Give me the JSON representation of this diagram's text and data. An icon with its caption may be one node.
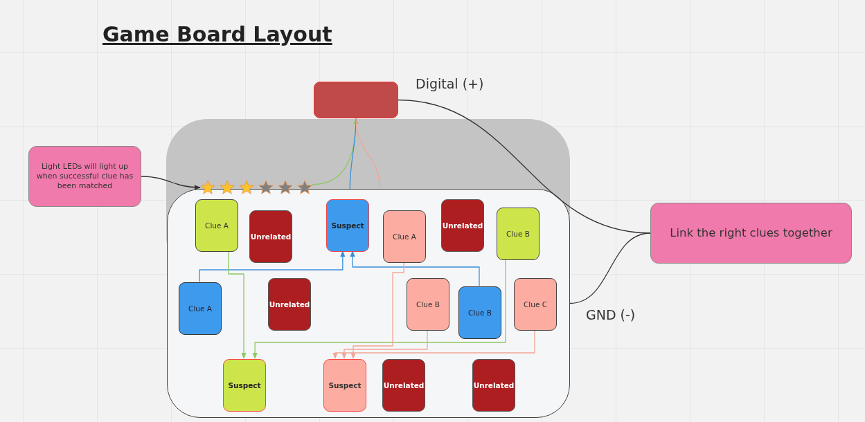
{
  "diagram": {
    "title": "Game Board Layout",
    "nodes": [
      {
        "text": [],
        "shape": "box"
      },
      {
        "text": [
          "Light LEDs will light up when successful clue has been matched"
        ]
      },
      {
        "text": [],
        "shape": "box"
      },
      {
        "text": [],
        "shape": "star"
      },
      {
        "text": [],
        "shape": "star"
      },
      {
        "text": [],
        "shape": "star"
      },
      {
        "text": [],
        "shape": "star"
      },
      {
        "text": [],
        "shape": "star"
      },
      {
        "text": [],
        "shape": "star"
      },
      {
        "text": [
          "Link the right clues together"
        ]
      },
      {
        "text": [
          "Clue A"
        ],
        "in": 2
      },
      {
        "text": [
          "Suspect"
        ],
        "in": 2
      },
      {
        "text": [
          "Unrelated"
        ],
        "in": 2
      },
      {
        "text": [
          "Clue B"
        ],
        "in": 2
      },
      {
        "text": [
          "Clue A"
        ],
        "in": 2
      },
      {
        "text": [
          "Unrelated"
        ],
        "in": 2
      },
      {
        "text": [
          "Clue C"
        ],
        "in": 2
      },
      {
        "text": [
          "Clue B"
        ],
        "in": 2
      },
      {
        "text": [
          "Clue A"
        ],
        "in": 2
      },
      {
        "text": [
          "Clue B"
        ],
        "in": 2
      },
      {
        "text": [
          "Unrelated"
        ],
        "in": 2
      },
      {
        "text": [
          "Unrelated"
        ],
        "in": 2
      },
      {
        "text": [
          "Suspect"
        ],
        "in": 2
      },
      {
        "text": [
          "Suspect"
        ],
        "in": 2
      },
      {
        "text": [
          "Unrelated"
        ],
        "in": 2
      }
    ],
    "edges": [
      {
        "from": 1,
        "to": 3,
        "arrow": "to",
        "color": "#333333"
      },
      {
        "from": 8,
        "to": 0,
        "arrow": "to",
        "color": "#8cc863"
      },
      {
        "from": 2,
        "to": 0,
        "arrow": "none",
        "color": "#3b8fd9"
      },
      {
        "from": 2,
        "to": 0,
        "arrow": "none",
        "color": "#f2a595"
      },
      {
        "from": 0,
        "to": 9,
        "arrow": "none",
        "color": "#333333"
      },
      {
        "from": 2,
        "to": 9,
        "arrow": "none",
        "color": "#333333"
      },
      {
        "from": 18,
        "to": 11,
        "arrow": "to",
        "color": "#3b8fd9"
      },
      {
        "from": 19,
        "to": 11,
        "arrow": "to",
        "color": "#3b8fd9"
      },
      {
        "from": 10,
        "to": 22,
        "arrow": "to",
        "color": "#8cc863"
      },
      {
        "from": 13,
        "to": 22,
        "arrow": "to",
        "color": "#8cc863"
      },
      {
        "from": 14,
        "to": 23,
        "arrow": "to",
        "color": "#f2a595"
      },
      {
        "from": 17,
        "to": 23,
        "arrow": "to",
        "color": "#f2a595"
      },
      {
        "from": 16,
        "to": 23,
        "arrow": "to",
        "color": "#f2a595"
      }
    ],
    "labels": [
      "Digital (+)",
      "GND (-)"
    ]
  }
}
